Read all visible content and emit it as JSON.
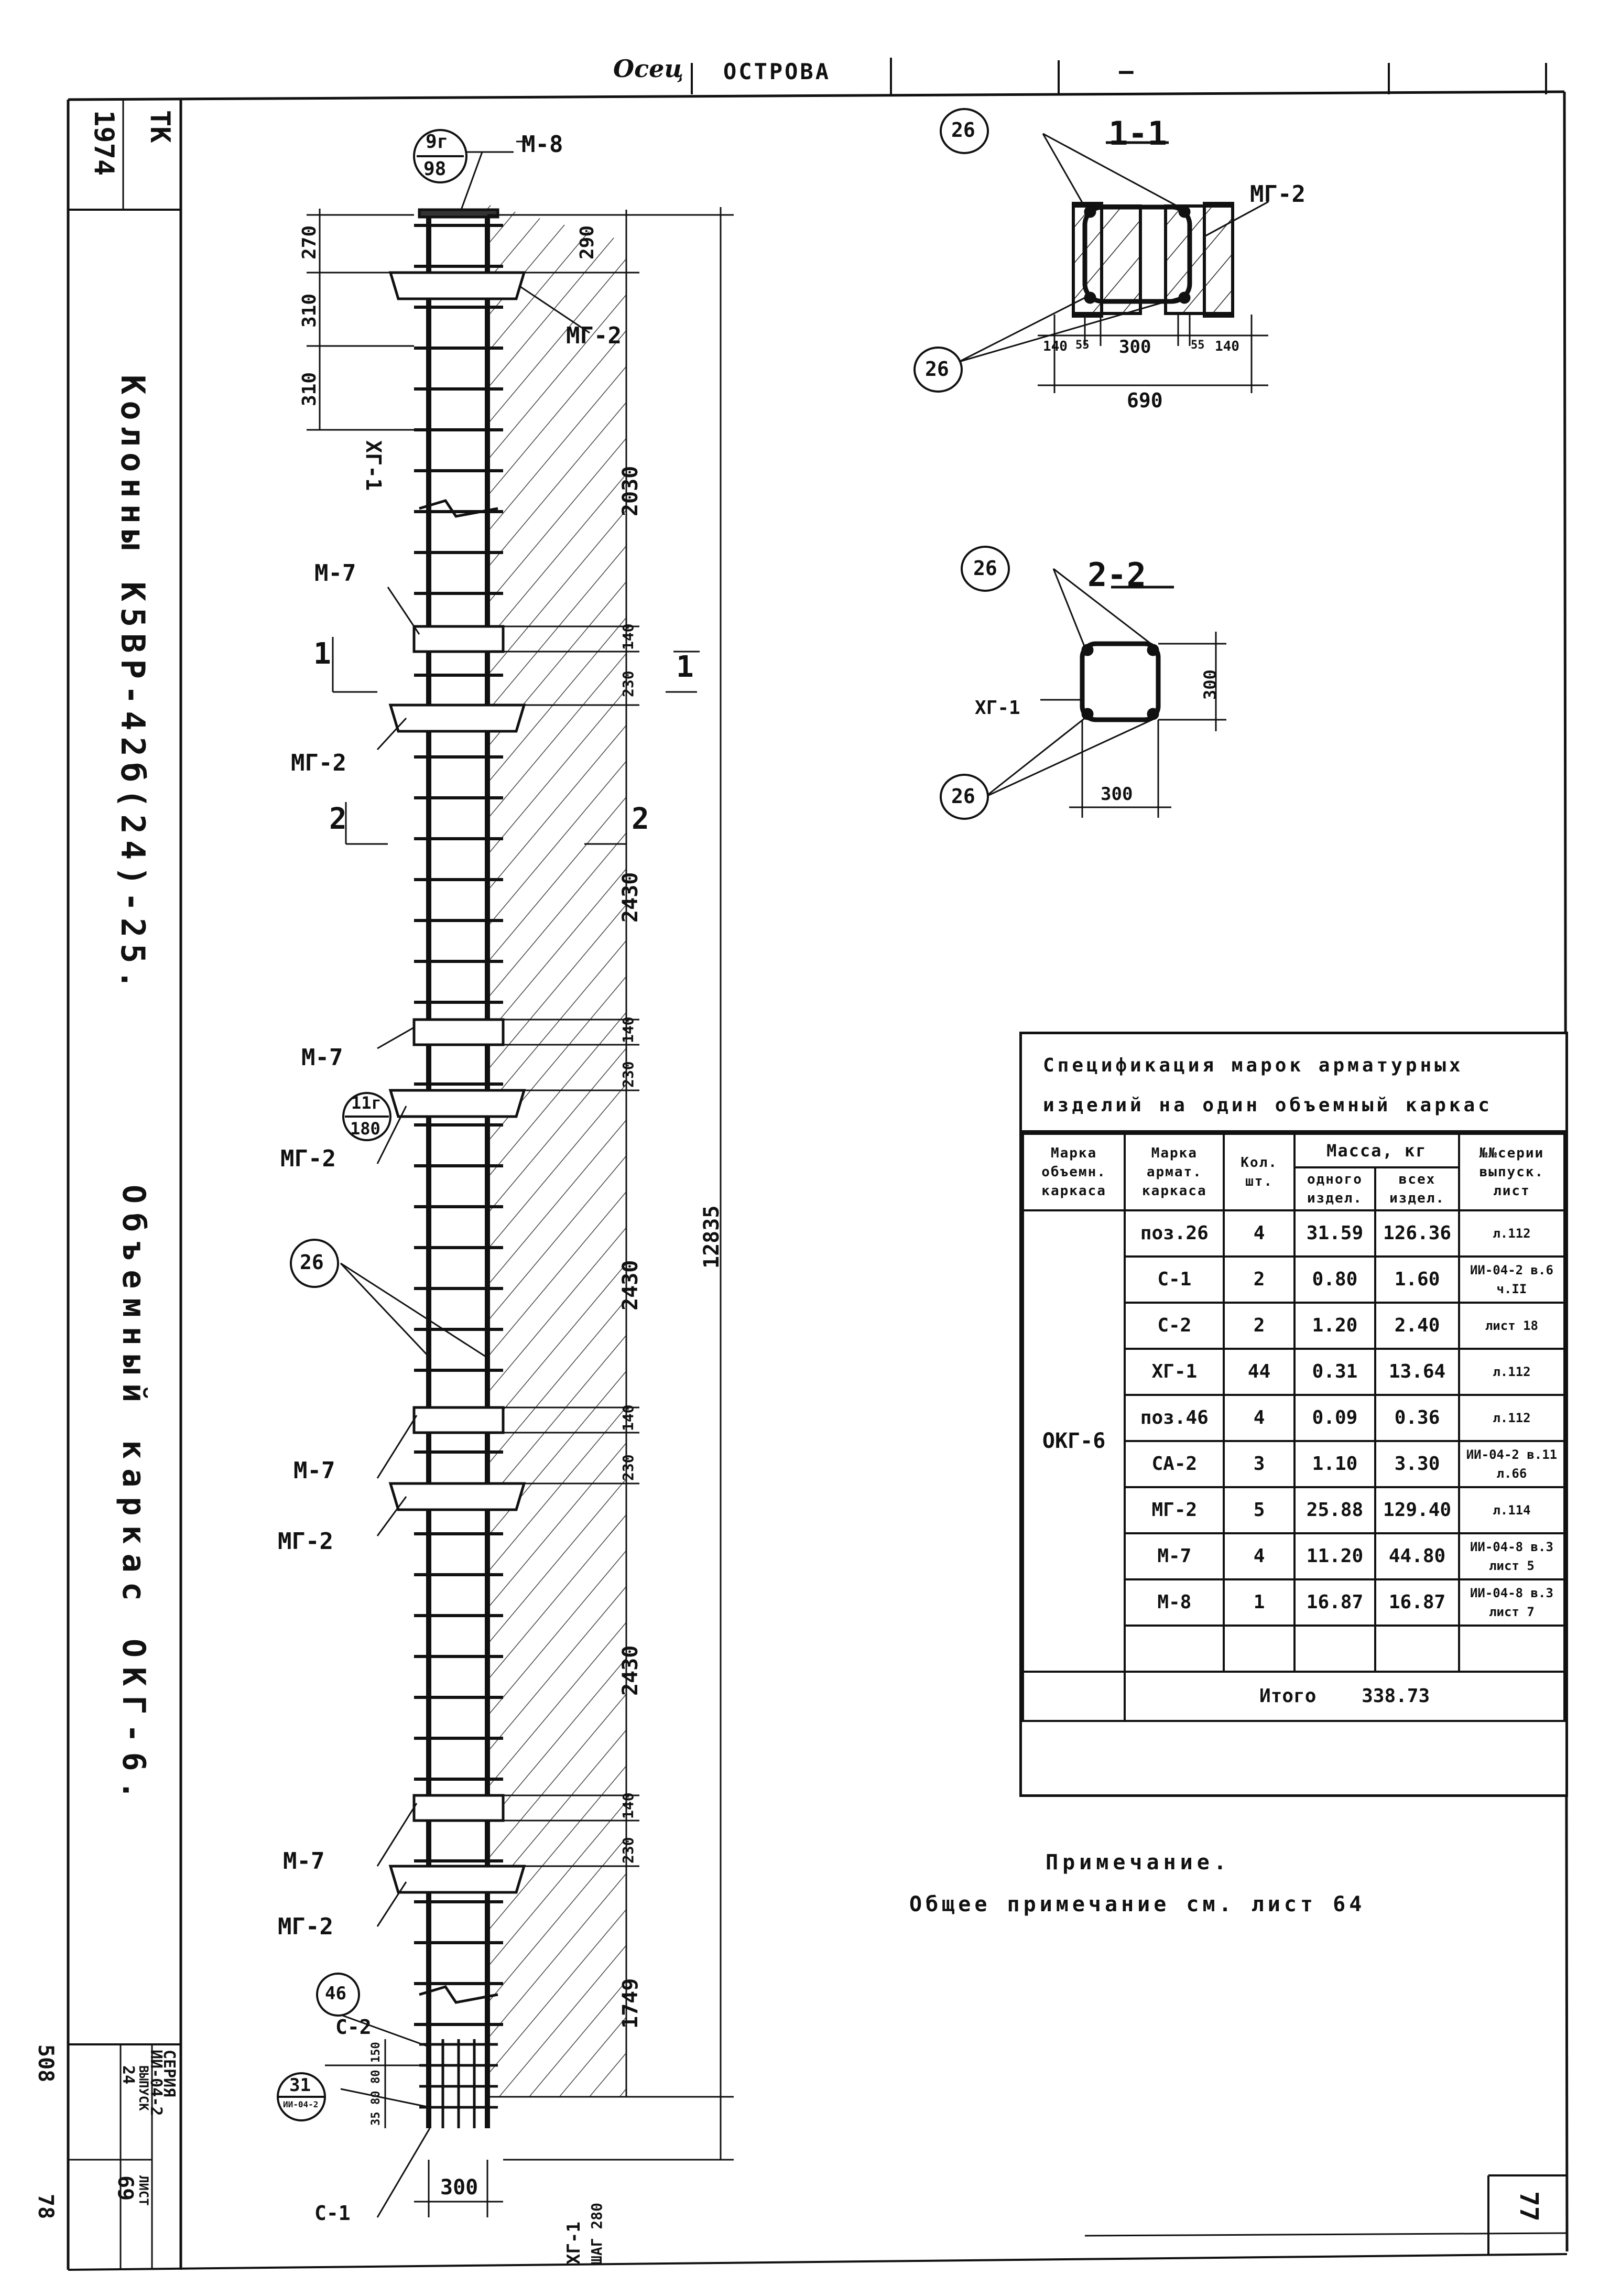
{
  "top_stamp": {
    "signer_fragment": "ОСТРОВА",
    "dash": "—"
  },
  "left_strip": {
    "code_top": "ТК",
    "code_num": "1974",
    "title_main": "Колонны К5ВР-42б(24)-25.",
    "title_sub": "Объемный каркас ОКГ-6.",
    "series_label": "СЕРИЯ",
    "series_value": "ИИ-04-2",
    "issue_label": "ВЫПУСК",
    "issue_value": "24",
    "sheet_label": "ЛИСТ",
    "sheet_value": "69",
    "num_a": "508",
    "num_b": "78"
  },
  "elevation": {
    "top_callout": {
      "num": "9г",
      "den": "98"
    },
    "mid_callout": {
      "num": "11г",
      "den": "180"
    },
    "marks": {
      "m8": "М-8",
      "m7": "М-7",
      "mg2": "МГ-2",
      "xg1": "ХГ-1",
      "c1": "С-1",
      "c2": "С-2",
      "p26": "26",
      "p46": "46",
      "p31": "31",
      "p31_sub": "ИИ-04-2"
    },
    "cuts": {
      "c1": "1",
      "c2": "2"
    },
    "dims_left": [
      "270",
      "310",
      "310"
    ],
    "dims_right": [
      "290",
      "2030",
      "140",
      "230",
      "2430",
      "140",
      "230",
      "2430",
      "140",
      "230",
      "2430",
      "140",
      "230",
      "1749"
    ],
    "dim_total": "12835",
    "dims_bottom_stack": [
      "150",
      "80",
      "80",
      "35"
    ],
    "width_dim": "300",
    "step_label": "ХГ-1",
    "step_value": "ШАГ 280"
  },
  "section_1": {
    "title": "1-1",
    "mark": "МГ-2",
    "bar": "26",
    "dims": [
      "140",
      "55",
      "300",
      "55",
      "140"
    ],
    "total": "690"
  },
  "section_2": {
    "title": "2-2",
    "mark": "ХГ-1",
    "bar": "26",
    "dim_v": "300",
    "dim_h": "300"
  },
  "spec": {
    "title_line1": "Спецификация марок арматурных",
    "title_line2": "изделий на один объемный каркас",
    "headers": {
      "vol_mark": "Марка объемн. каркаса",
      "arm_mark": "Марка армат. каркаса",
      "qty": "Кол. шт.",
      "mass": "Масса, кг",
      "mass_one": "одного издел.",
      "mass_all": "всех издел.",
      "series": "№№серии выпуск. лист"
    },
    "group_mark": "ОКГ-6",
    "rows": [
      {
        "mark": "поз.26",
        "qty": "4",
        "one": "31.59",
        "all": "126.36",
        "ref": "л.112"
      },
      {
        "mark": "С-1",
        "qty": "2",
        "one": "0.80",
        "all": "1.60",
        "ref": "ИИ-04-2 в.6 ч.II"
      },
      {
        "mark": "С-2",
        "qty": "2",
        "one": "1.20",
        "all": "2.40",
        "ref": "лист 18"
      },
      {
        "mark": "ХГ-1",
        "qty": "44",
        "one": "0.31",
        "all": "13.64",
        "ref": "л.112"
      },
      {
        "mark": "поз.46",
        "qty": "4",
        "one": "0.09",
        "all": "0.36",
        "ref": "л.112"
      },
      {
        "mark": "СА-2",
        "qty": "3",
        "one": "1.10",
        "all": "3.30",
        "ref": "ИИ-04-2 в.11 л.66"
      },
      {
        "mark": "МГ-2",
        "qty": "5",
        "one": "25.88",
        "all": "129.40",
        "ref": "л.114"
      },
      {
        "mark": "М-7",
        "qty": "4",
        "one": "11.20",
        "all": "44.80",
        "ref": "ИИ-04-8 в.3 лист 5"
      },
      {
        "mark": "М-8",
        "qty": "1",
        "one": "16.87",
        "all": "16.87",
        "ref": "ИИ-04-8 в.3 лист 7"
      },
      {
        "mark": "",
        "qty": "",
        "one": "",
        "all": "",
        "ref": ""
      }
    ],
    "total_label": "Итого",
    "total_value": "338.73"
  },
  "note": {
    "title": "Примечание.",
    "text": "Общее примечание см. лист 64"
  },
  "page_number": "77"
}
